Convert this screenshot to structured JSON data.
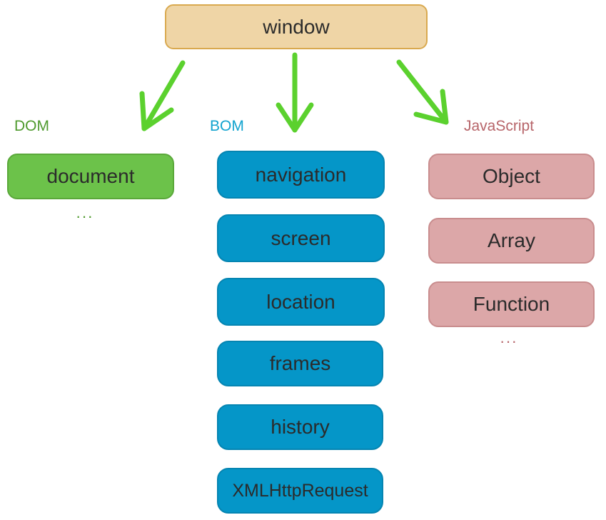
{
  "root": {
    "label": "window"
  },
  "colors": {
    "arrow": "#5bd12e",
    "dom": "#6cc24a",
    "bom": "#0596c8",
    "javascript": "#dca7a8",
    "root": "#efd5a6"
  },
  "dom": {
    "title": "DOM",
    "items": [
      "document"
    ],
    "more": "···"
  },
  "bom": {
    "title": "BOM",
    "items": [
      "navigation",
      "screen",
      "location",
      "frames",
      "history",
      "XMLHttpRequest"
    ]
  },
  "javascript": {
    "title": "JavaScript",
    "items": [
      "Object",
      "Array",
      "Function"
    ],
    "more": "···"
  }
}
